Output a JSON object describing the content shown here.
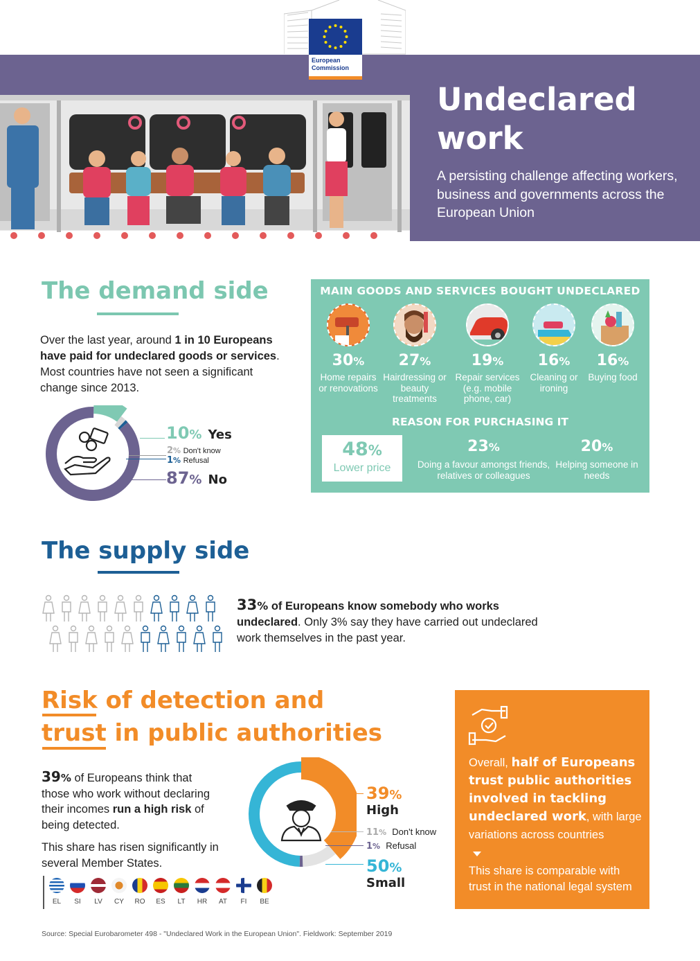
{
  "header": {
    "logo_text_line1": "European",
    "logo_text_line2": "Commission",
    "title_line1": "Undeclared",
    "title_line2": "work",
    "subtitle": "A persisting challenge affecting workers, business and governments across the European Union"
  },
  "demand": {
    "heading_part1": "The ",
    "heading_part2": "demand",
    "heading_part3": " side",
    "text_part1": "Over the last year, around ",
    "text_bold": "1 in 10 Europeans have paid for undeclared goods or services",
    "text_part2": ". Most countries have not seen a significant change since 2013.",
    "chart_data": {
      "type": "pie",
      "values": [
        10,
        2,
        1,
        87
      ],
      "categories": [
        "Yes",
        "Don't know",
        "Refusal",
        "No"
      ],
      "labels": [
        {
          "pct": "10",
          "label": "Yes"
        },
        {
          "pct": "2",
          "label": "Don't know"
        },
        {
          "pct": "1",
          "label": "Refusal"
        },
        {
          "pct": "87",
          "label": "No"
        }
      ],
      "colors": [
        "#7fc9b3",
        "#d6d6d6",
        "#1d5f95",
        "#6c6390"
      ]
    }
  },
  "goods": {
    "title": "MAIN GOODS AND SERVICES BOUGHT UNDECLARED",
    "items": [
      {
        "pct": "30",
        "label": "Home repairs or renovations",
        "icon": "paint-roller-icon"
      },
      {
        "pct": "27",
        "label": "Hairdressing or beauty treatments",
        "icon": "hairdresser-icon"
      },
      {
        "pct": "19",
        "label": "Repair services (e.g. mobile phone, car)",
        "icon": "car-repair-icon"
      },
      {
        "pct": "16",
        "label": "Cleaning or ironing",
        "icon": "iron-icon"
      },
      {
        "pct": "16",
        "label": "Buying food",
        "icon": "food-bag-icon"
      }
    ],
    "reason_title": "REASON FOR PURCHASING IT",
    "reasons": [
      {
        "pct": "48",
        "label": "Lower price"
      },
      {
        "pct": "23",
        "label": "Doing a favour amongst friends, relatives or colleagues"
      },
      {
        "pct": "20",
        "label": "Helping someone in needs"
      }
    ]
  },
  "supply": {
    "heading_part1": "The ",
    "heading_part2": "supply",
    "heading_part3": " side",
    "pct": "33",
    "text_bold": " of Europeans know somebody who works undeclared",
    "text_rest": ". Only 3% say they have carried out undeclared work themselves in the past year.",
    "people_total": 20,
    "people_highlighted": 7
  },
  "risk": {
    "heading_line1_u": "Risk",
    "heading_line1_rest": " of detection and",
    "heading_line2_u": "trust",
    "heading_line2_rest": " in public authorities",
    "pct": "39",
    "text_part1": " of Europeans think that those who work without declaring their incomes ",
    "text_bold": "run a high risk",
    "text_part2": " of being detected.",
    "text2": "This share has risen significantly in several Member States.",
    "flags": [
      "EL",
      "SI",
      "LV",
      "CY",
      "RO",
      "ES",
      "LT",
      "HR",
      "AT",
      "FI",
      "BE"
    ],
    "chart_data": {
      "type": "pie",
      "values": [
        39,
        11,
        1,
        50
      ],
      "categories": [
        "High",
        "Don't know",
        "Refusal",
        "Small"
      ],
      "labels": [
        {
          "pct": "39",
          "label": "High"
        },
        {
          "pct": "11",
          "label": "Don't know"
        },
        {
          "pct": "1",
          "label": "Refusal"
        },
        {
          "pct": "50",
          "label": "Small"
        }
      ],
      "colors": [
        "#f28c28",
        "#e3e3e3",
        "#6c6390",
        "#35b5d6"
      ]
    }
  },
  "trust": {
    "text_part1": "Overall, ",
    "text_bold": "half of Europeans trust public authorities involved in tackling undeclared work",
    "text_part2": ", with large variations across countries",
    "text2": "This share is comparable with trust in the national legal system"
  },
  "source": "Source: Special Eurobarometer 498 - \"Undeclared Work in the European Union\". Fieldwork: September 2019",
  "colors": {
    "purple": "#6c6390",
    "teal": "#7fc9b3",
    "blue": "#1d5f95",
    "orange": "#f28c28",
    "cyan": "#35b5d6"
  }
}
